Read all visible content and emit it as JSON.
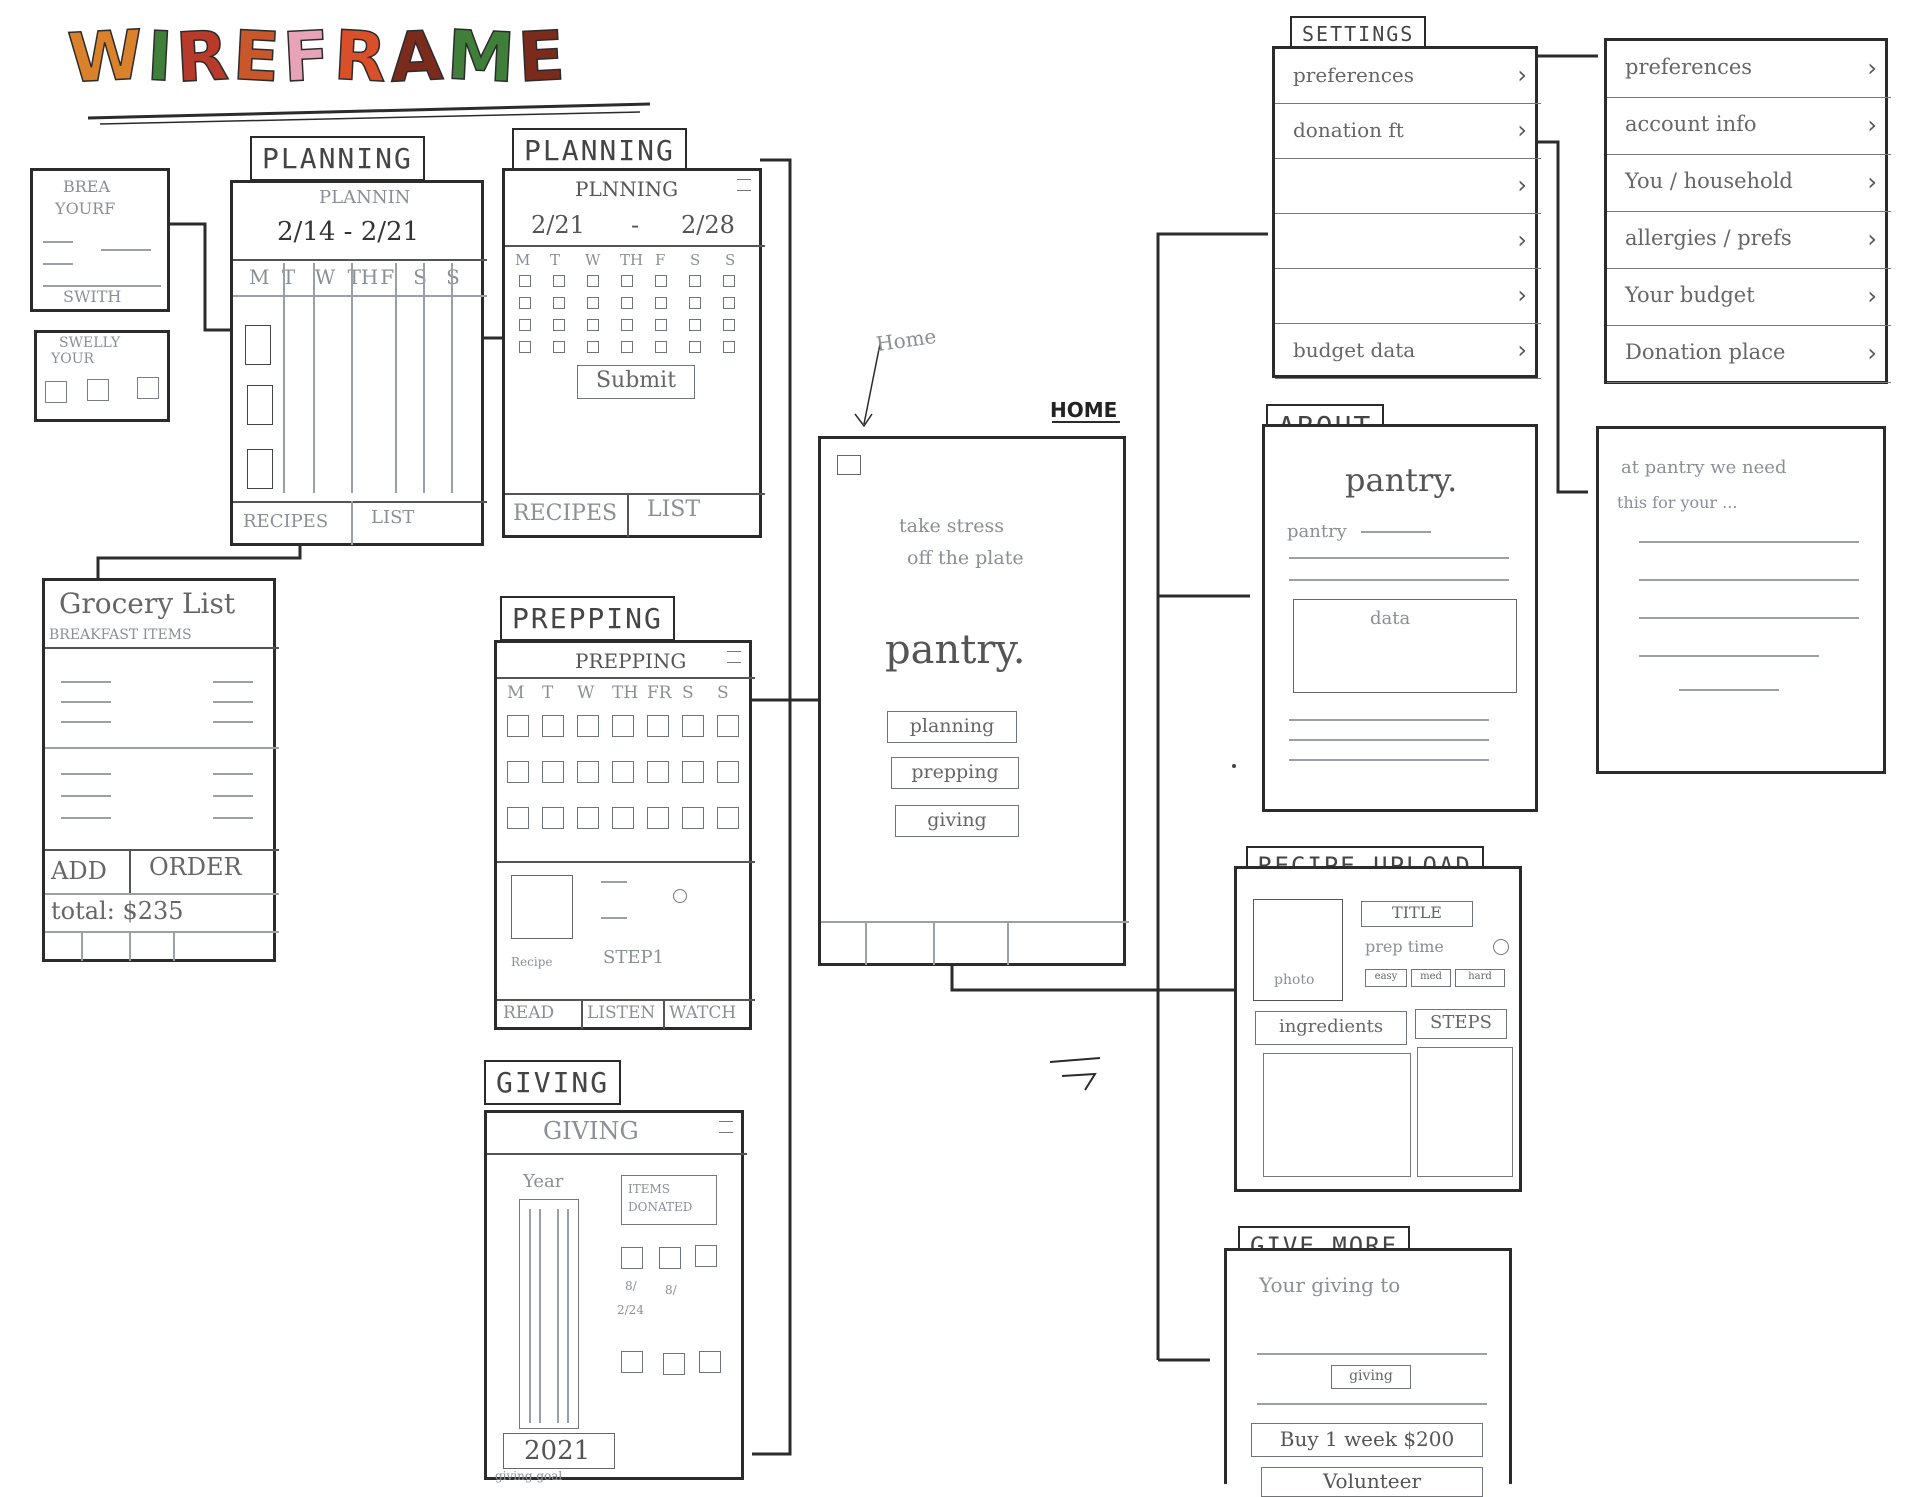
{
  "title": {
    "text": "WIREFRAME",
    "letter_colors": [
      "#d9822b",
      "#3f7f3a",
      "#b73a2a",
      "#c9572c",
      "#e8a3b8",
      "#d94f2a",
      "#7b2b1c",
      "#3f7f3a",
      "#7b2b1c"
    ]
  },
  "small_cards": {
    "card1_lines": [
      "BREA",
      "YOURF",
      "SWITH"
    ],
    "card2_lines": [
      "SWELLY",
      "YOUR"
    ]
  },
  "planning1": {
    "tab": "PLANNING",
    "header": "PLANNIN",
    "date_range": "2/14 - 2/21",
    "days": [
      "M",
      "T",
      "W",
      "TH",
      "F",
      "S",
      "S"
    ],
    "bottom_tabs": [
      "RECIPES",
      "LIST"
    ]
  },
  "planning2": {
    "tab": "PLANNING",
    "header": "PLNNING",
    "date_start": "2/21",
    "date_dash": "-",
    "date_end": "2/28",
    "days": [
      "M",
      "T",
      "W",
      "TH",
      "F",
      "S",
      "S"
    ],
    "submit": "Submit",
    "bottom_tabs": [
      "RECIPES",
      "LIST"
    ]
  },
  "grocery": {
    "title": "Grocery List",
    "subtitle": "BREAKFAST ITEMS",
    "add": "ADD",
    "order": "ORDER",
    "total": "total: $235"
  },
  "prepping": {
    "tab": "PREPPING",
    "header": "PREPPING",
    "days": [
      "M",
      "T",
      "W",
      "TH",
      "FR",
      "S",
      "S"
    ],
    "recipe_label": "Recipe",
    "step_label": "STEP1",
    "bottom_tabs": [
      "READ",
      "LISTEN",
      "WATCH"
    ]
  },
  "giving": {
    "tab": "GIVING",
    "header": "GIVING",
    "year_label": "Year",
    "items_donated": "ITEMS DONATED",
    "date1": "8/",
    "date2": "2/24",
    "date3": "8/",
    "year_value": "2021",
    "goal_label": "giving goal"
  },
  "home": {
    "annotation": "Home",
    "label": "HOME",
    "tagline_1": "take stress",
    "tagline_2": "off the plate",
    "brand": "pantry.",
    "buttons": [
      "planning",
      "prepping",
      "giving"
    ]
  },
  "settings": {
    "tab": "SETTINGS",
    "items": [
      "preferences",
      "donation ft",
      "",
      "",
      "",
      "budget data"
    ]
  },
  "preferences": {
    "items": [
      "preferences",
      "account info",
      "You / household",
      "allergies / prefs",
      "Your budget",
      "Donation place"
    ]
  },
  "about": {
    "tab": "ABOUT",
    "brand": "pantry.",
    "pantry_word": "pantry",
    "data_label": "data"
  },
  "donation_info": {
    "lines": [
      "at pantry we need",
      "this for your ..."
    ]
  },
  "recipe_upload": {
    "tab": "RECIPE UPLOAD",
    "photo": "photo",
    "title": "TITLE",
    "prep_time": "prep time",
    "difficulty": [
      "easy",
      "med",
      "hard"
    ],
    "ingredients": "ingredients",
    "steps": "STEPS"
  },
  "give_more": {
    "tab": "GIVE MORE",
    "your_giving": "Your giving to",
    "chip": "giving",
    "buy": "Buy 1 week $200",
    "volunteer": "Volunteer"
  },
  "misc": {
    "squiggle": "—/"
  }
}
